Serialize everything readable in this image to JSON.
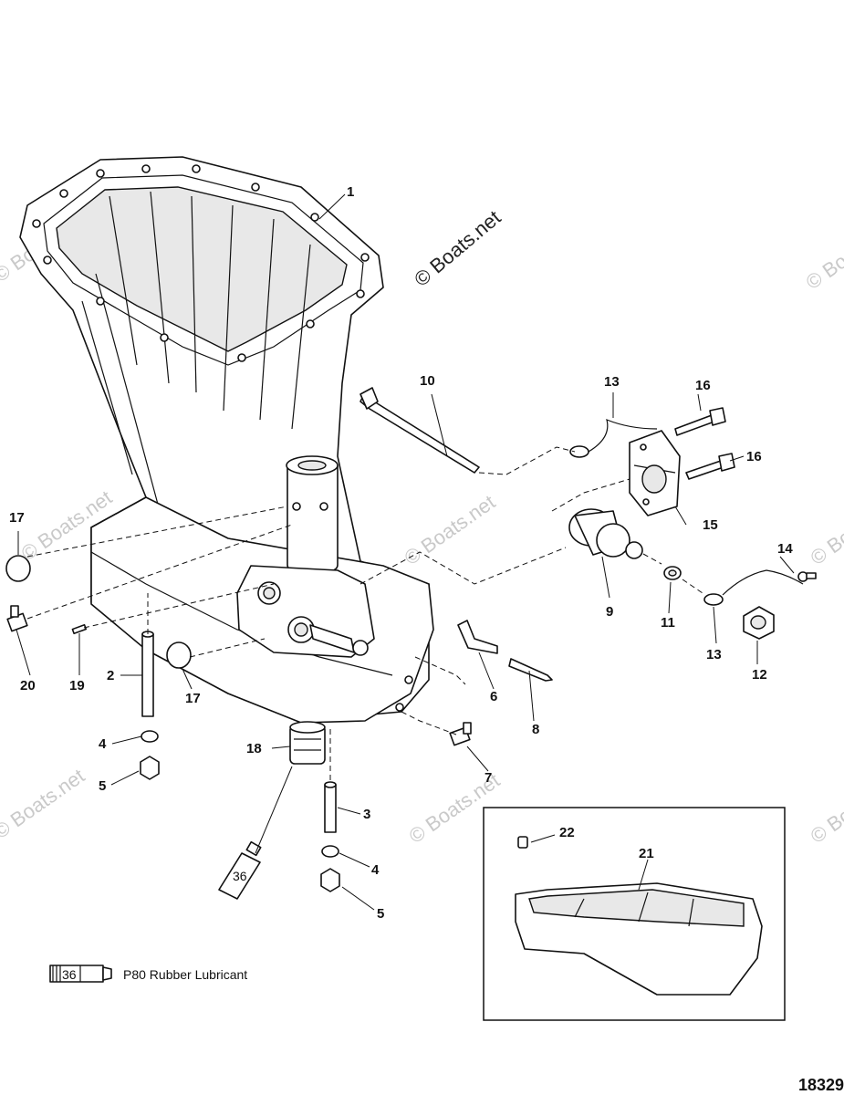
{
  "copyright": "© Boats.net",
  "watermark_text": "© Boats.net",
  "figure_number": "18329",
  "legend": {
    "tube_number": "36",
    "text": "P80 Rubber Lubricant"
  },
  "callouts": {
    "c1": "1",
    "c2": "2",
    "c3": "3",
    "c4a": "4",
    "c4b": "4",
    "c5a": "5",
    "c5b": "5",
    "c6": "6",
    "c7": "7",
    "c8": "8",
    "c9": "9",
    "c10": "10",
    "c11": "11",
    "c12": "12",
    "c13a": "13",
    "c13b": "13",
    "c14": "14",
    "c15": "15",
    "c16a": "16",
    "c16b": "16",
    "c17a": "17",
    "c17b": "17",
    "c18": "18",
    "c19": "19",
    "c20": "20",
    "c21": "21",
    "c22": "22"
  },
  "tube_label": "36"
}
